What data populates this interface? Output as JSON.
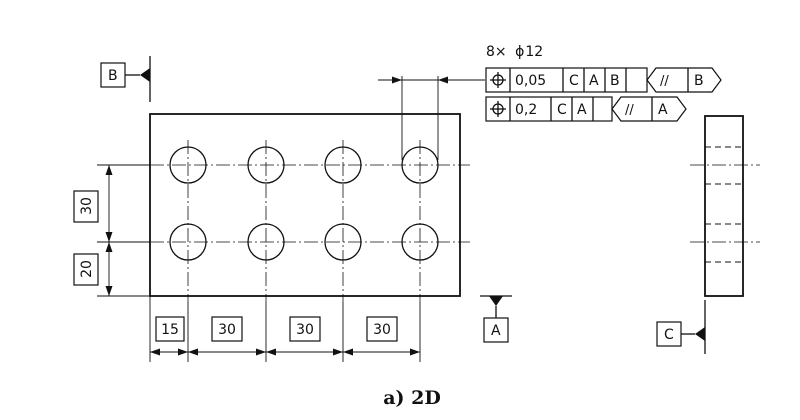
{
  "hole_note": {
    "count": "8×",
    "diameter_symbol": "ϕ",
    "diameter": "12"
  },
  "fcf_1": {
    "tolerance": "0,05",
    "datums": [
      "C",
      "A",
      "B"
    ],
    "refinement_symbol": "//",
    "refinement_datum": "B"
  },
  "fcf_2": {
    "tolerance": "0,2",
    "datums": [
      "C",
      "A"
    ],
    "refinement_symbol": "//",
    "refinement_datum": "A"
  },
  "datum_features": {
    "b": "B",
    "a": "A",
    "c": "C"
  },
  "dimensions": {
    "vertical": [
      "30",
      "20"
    ],
    "horizontal": [
      "15",
      "30",
      "30",
      "30"
    ]
  },
  "caption": "a) 2D"
}
